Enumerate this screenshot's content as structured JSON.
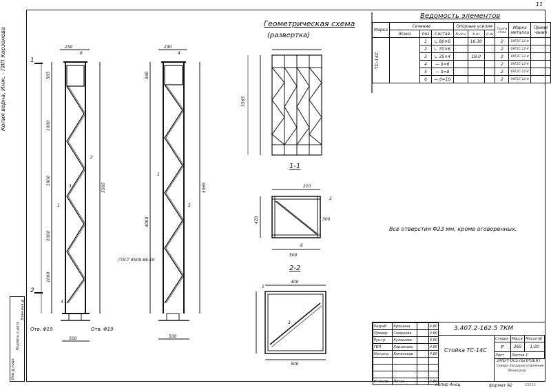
{
  "page": {
    "corner_number": "11",
    "side_stamp": "Копия верна, Инж. - ГИП Корзонова",
    "left_strip": [
      "Инв.№подл.",
      "Подпись и дата",
      "Взам.инв.№"
    ],
    "footer_copy": "копир Аноц",
    "footer_format": "формат А2",
    "footer_right": "23232"
  },
  "schedule": {
    "title": "Ведомость элементов",
    "headers": {
      "mark": "Марка",
      "section": "Сечение",
      "sketch": "Эскиз",
      "pos": "поз",
      "composition": "Состав",
      "forces": "Опорные усилия",
      "m": "М кН·м",
      "n": "N кН",
      "q": "Q кН",
      "group": "Группа стали",
      "steel": "Марка металла",
      "note": "Приме чание"
    },
    "mark_value": "ТС-14С",
    "rows": [
      {
        "pos": "1",
        "comp": "∟ 80×6",
        "m": "",
        "n": "16.30",
        "q": "",
        "group": "2",
        "steel": "09Г2С-12-4"
      },
      {
        "pos": "2",
        "comp": "∟ 70×6",
        "m": "",
        "n": "",
        "q": "",
        "group": "2",
        "steel": "09Г2С-12-4"
      },
      {
        "pos": "3",
        "comp": "∟ 35×4",
        "m": "",
        "n": "18.0",
        "q": "",
        "group": "2",
        "steel": "09Г2С-12-4"
      },
      {
        "pos": "4",
        "comp": "— δ=6",
        "m": "",
        "n": "",
        "q": "",
        "group": "2",
        "steel": "09Г2С-12-4"
      },
      {
        "pos": "5",
        "comp": "— δ=8",
        "m": "",
        "n": "",
        "q": "",
        "group": "2",
        "steel": "09Г2С-12-4"
      },
      {
        "pos": "6",
        "comp": "— δ=10",
        "m": "",
        "n": "",
        "q": "",
        "group": "2",
        "steel": "09Г2С-12-4"
      }
    ]
  },
  "drawing": {
    "geom_title": "Геометрическая схема",
    "geom_subtitle": "(развертка)",
    "section_11": "1-1",
    "section_22": "2-2",
    "note": "Все отверстия Φ23 мм, кроме оговоренных.",
    "gost": "ГОСТ 8509-86-10",
    "hole_label": "Отв. Φ19",
    "dims": {
      "total": "5565",
      "panel": "1000",
      "h565": "565",
      "h500": "500",
      "w250": "250",
      "w500": "500",
      "w400": "400",
      "w210": "210",
      "w230": "230",
      "h580": "580",
      "h420": "420",
      "h300": "300",
      "h1800": "1800",
      "h4000": "4000"
    },
    "pos_labels": [
      "1",
      "2",
      "3",
      "4",
      "5",
      "6"
    ],
    "section_mark_1": "1",
    "section_mark_2": "2"
  },
  "title_block": {
    "code": "3.407.2-162.5 7КМ",
    "name": "Стойка ТС-14С",
    "stage_h": "Стадия",
    "mass_h": "Масса",
    "scale_h": "Масштаб",
    "stage": "Р",
    "mass": "265",
    "scale": "1:20",
    "sheet": "Лист",
    "sheets": "Листов 1",
    "org1": "ЭНЕРГОСЕТЬПРОЕКТ",
    "org2": "Северо-Западное отделение",
    "org3": "Ленинград",
    "people": [
      {
        "role": "Разраб.",
        "name": "Крошина"
      },
      {
        "role": "Провер.",
        "name": "Смирнова"
      },
      {
        "role": "Рук.гр.",
        "name": "Кулешова"
      },
      {
        "role": "ГИП",
        "name": "Корзонова"
      },
      {
        "role": "Нач.отд.",
        "name": "Конаньков"
      },
      {
        "role": "Н.контр.",
        "name": "Пичак"
      }
    ],
    "date": "4.80"
  }
}
